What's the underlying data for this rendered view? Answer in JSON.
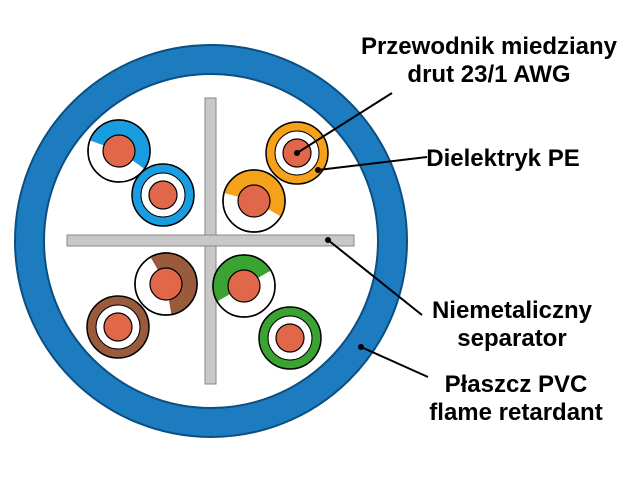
{
  "labels": {
    "conductor_line1": "Przewodnik miedziany",
    "conductor_line2": "drut 23/1 AWG",
    "dielectric": "Dielektryk PE",
    "separator_line1": "Niemetaliczny",
    "separator_line2": "separator",
    "jacket_line1": "Płaszcz PVC",
    "jacket_line2": "flame retardant"
  },
  "colors": {
    "jacket": "#1d7bbf",
    "jacket_inner": "#ffffff",
    "separator": "#c8c8c8",
    "copper": "#e0674a",
    "blue": "#1a9de0",
    "orange": "#f5a21a",
    "brown": "#9a5a3c",
    "green": "#3aa332"
  },
  "pairs": [
    {
      "color_name": "blue",
      "striped": "blue-white",
      "solid": "blue"
    },
    {
      "color_name": "orange",
      "striped": "orange-white",
      "solid": "orange"
    },
    {
      "color_name": "brown",
      "striped": "brown-white",
      "solid": "brown"
    },
    {
      "color_name": "green",
      "striped": "green-white",
      "solid": "green"
    }
  ]
}
